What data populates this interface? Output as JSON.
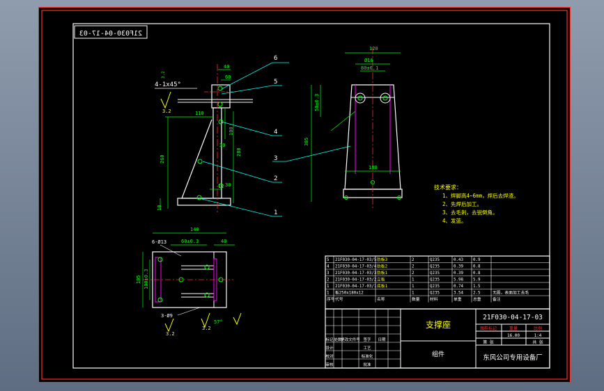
{
  "drawing": {
    "mirrored_title": "21F030-04-17-03",
    "chamfer_note": "4-1x45°",
    "roughness_value": "3.2",
    "hole_note_top": "6-Ø13",
    "hole_note_bottom": "3-Ø9",
    "surface_angle": "57°",
    "balloons": [
      "6",
      "5",
      "4",
      "3",
      "2",
      "1"
    ],
    "dims_front": {
      "d40": "40",
      "d110": "110",
      "d60": "60",
      "d30a": "30",
      "d30b": "30",
      "d100": "100",
      "d280": "280",
      "d12": "12",
      "d18": "18",
      "d260": "260"
    },
    "dims_side": {
      "d120": "120",
      "d80": "80±0.1",
      "d50": "50±0.3",
      "d385": "385",
      "d180": "180",
      "dphi": "Ø16"
    },
    "dims_plan": {
      "d140": "140",
      "d60": "60±0.3",
      "d40": "40",
      "d100": "100±0.3",
      "d105": "105"
    },
    "tech_req": {
      "title": "技术要求：",
      "items": [
        "1、焊脚高4~6mm，焊后去焊渣。",
        "2、先焊后加工。",
        "3、去毛刺，去锐倒角。",
        "4、发蓝。"
      ]
    }
  },
  "bom": {
    "headers": [
      "序号",
      "代号",
      "名称",
      "数量",
      "材料",
      "单重",
      "总重",
      "备注"
    ],
    "rows": [
      [
        "5",
        "21F030-04-17-03/5",
        "肋板3",
        "2",
        "Q235",
        "0.43",
        "0.9",
        ""
      ],
      [
        "4",
        "21F030-04-17-03/4",
        "肋板2",
        "2",
        "Q235",
        "0.39",
        "0.8",
        ""
      ],
      [
        "3",
        "21F030-04-17-03/3",
        "肋板1",
        "2",
        "Q235",
        "0.39",
        "0.8",
        ""
      ],
      [
        "2",
        "21F030-04-17-03/2",
        "立板",
        "1",
        "Q235",
        "5.98",
        "5.9",
        ""
      ],
      [
        "1",
        "21F030-04-17-03/1",
        "底板1",
        "1",
        "Q235",
        "0.74",
        "1.5",
        ""
      ],
      [
        "1",
        "板250x180x12",
        "",
        "1",
        "Q235",
        "3.54",
        "2.5",
        "无图，表面加工去毛"
      ]
    ]
  },
  "title_block": {
    "part_name": "支撑座",
    "drawing_no": "21F030-04-17-03",
    "assembly_label": "组件",
    "company": "东风公司专用设备厂",
    "stage_headers": [
      "图样标记",
      "重量",
      "比例"
    ],
    "weight": "16.00",
    "scale": "1:4",
    "revision_row": [
      "标记",
      "处数",
      "更改文件号",
      "签字",
      "日期"
    ],
    "roles": [
      "设计",
      "校对",
      "审核",
      "工艺",
      "标准化",
      "批准"
    ],
    "sheet_text": "第 张",
    "total_text": "共 张"
  },
  "colors": {
    "frame": "#ff2a2a",
    "part": "#ffffff",
    "dim": "#00ff00",
    "center": "#ff3030",
    "leader": "#00ffff",
    "note": "#ffff00",
    "weld": "#ff00ff"
  }
}
